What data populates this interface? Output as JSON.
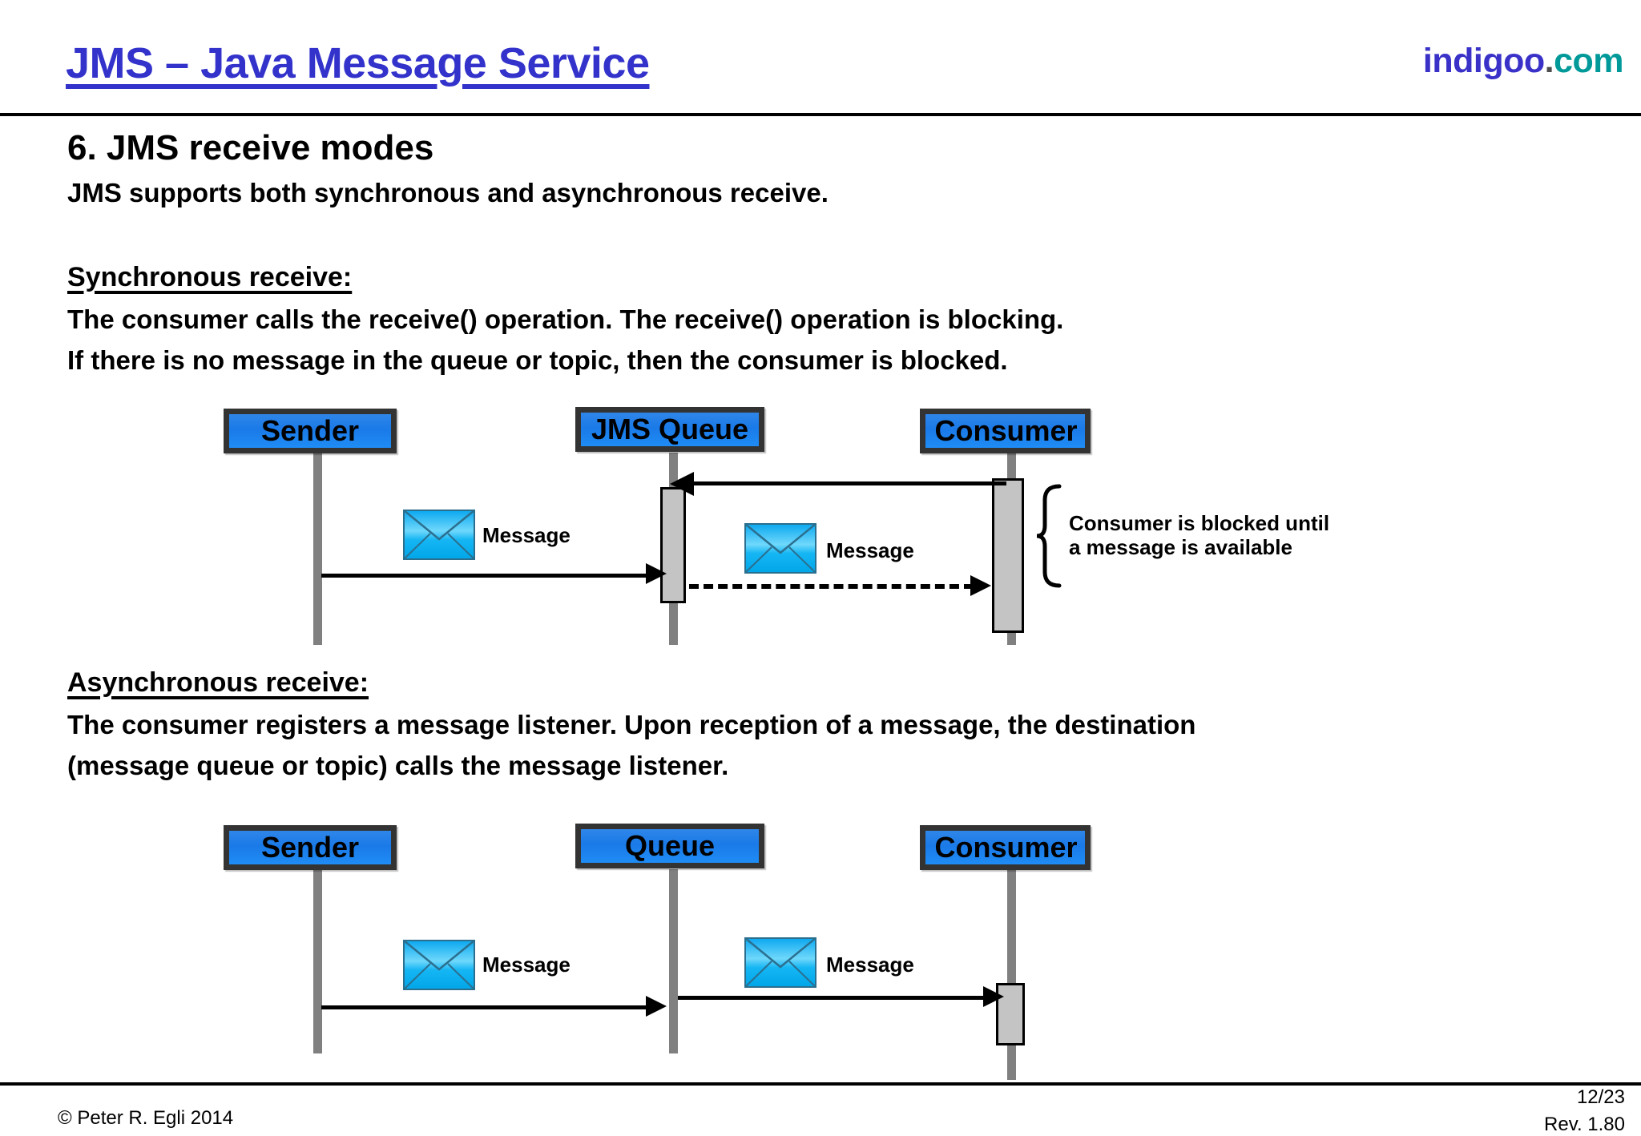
{
  "header": {
    "title": "JMS – Java Message Service",
    "logo_primary": "indigoo",
    "logo_dot": ".",
    "logo_suffix": "com"
  },
  "section": {
    "heading": "6. JMS receive modes",
    "intro": "JMS supports both synchronous and asynchronous receive."
  },
  "sync": {
    "subheading": "Synchronous receive:",
    "line1": "The consumer calls the receive() operation. The receive() operation is blocking.",
    "line2": "If there is no message in the queue or topic, then the consumer is blocked.",
    "diagram": {
      "nodes": [
        {
          "label": "Sender"
        },
        {
          "label": "JMS Queue"
        },
        {
          "label": "Consumer"
        }
      ],
      "messages": [
        {
          "label": "Message"
        },
        {
          "label": "Message"
        }
      ],
      "note_line1": "Consumer is blocked until",
      "note_line2": "a message is available"
    }
  },
  "async": {
    "subheading": "Asynchronous receive:",
    "line1": "The consumer registers a message listener. Upon reception of a message, the destination",
    "line2": "(message queue or topic) calls the message listener.",
    "diagram": {
      "nodes": [
        {
          "label": "Sender"
        },
        {
          "label": "Queue"
        },
        {
          "label": "Consumer"
        }
      ],
      "messages": [
        {
          "label": "Message"
        },
        {
          "label": "Message"
        }
      ]
    }
  },
  "footer": {
    "copyright": "© Peter R. Egli 2014",
    "page": "12/23",
    "revision": "Rev. 1.80"
  },
  "colors": {
    "title_blue": "#3333cc",
    "logo_indigo": "#3a32c8",
    "logo_teal": "#009999",
    "node_blue": "#1a7ae8",
    "node_border": "#333333",
    "lifeline_gray": "#808080",
    "activation_gray": "#c4c4c4",
    "envelope_cyan": "#00b0f0"
  }
}
